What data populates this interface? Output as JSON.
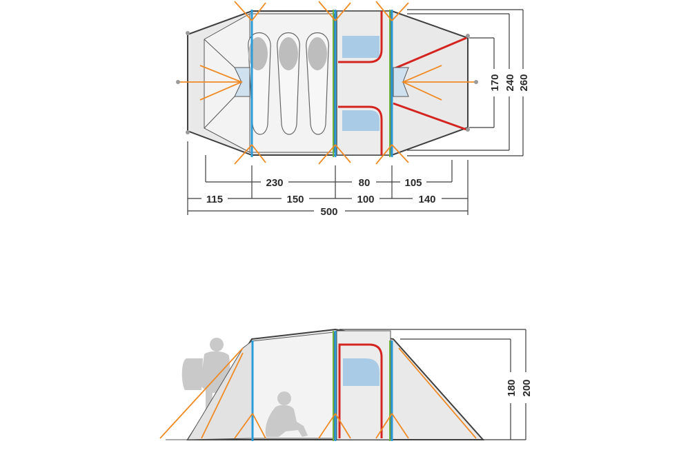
{
  "dimensions": {
    "top": {
      "d230": "230",
      "d80": "80",
      "d105": "105",
      "d115": "115",
      "d150": "150",
      "d100": "100",
      "d140": "140",
      "d500": "500",
      "d170": "170",
      "d240": "240",
      "d260": "260"
    },
    "side": {
      "d180": "180",
      "d200": "200"
    }
  },
  "colors": {
    "pole_blue": "#2b9cd8",
    "pole_green": "#6fb33a",
    "pole_red": "#d42420",
    "guy_line": "#f08a24",
    "window": "#a9cbe6",
    "tent_fill": "#e9e9e9",
    "inner_fill": "#f3f3f3",
    "silhouette": "#c9c9c9"
  }
}
